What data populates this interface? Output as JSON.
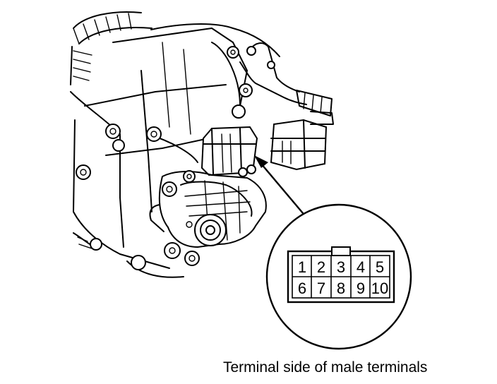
{
  "caption": "Terminal side of male terminals",
  "connector": {
    "top_row": [
      "1",
      "2",
      "3",
      "4",
      "5"
    ],
    "bottom_row": [
      "6",
      "7",
      "8",
      "9",
      "10"
    ]
  }
}
